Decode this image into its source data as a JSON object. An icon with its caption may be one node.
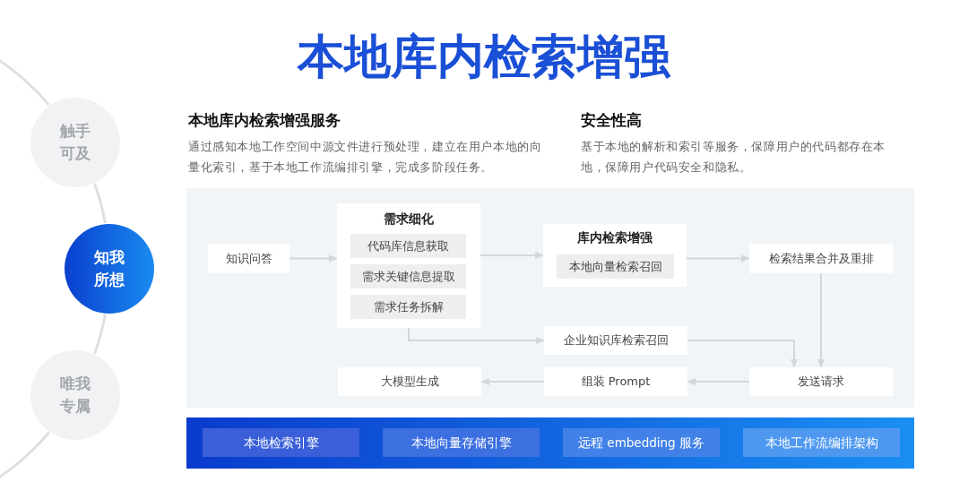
{
  "diagram": {
    "title": "本地库内检索增强",
    "nodes": [
      {
        "text": [
          "触手可及"
        ]
      },
      {
        "text": [
          "知我所想"
        ]
      },
      {
        "text": [
          "唯我专属"
        ]
      },
      {
        "text": [],
        "shape": "box"
      },
      {
        "text": [
          "知识问答"
        ],
        "in": 3
      },
      {
        "text": [
          "需求细化"
        ],
        "in": 3
      },
      {
        "text": [
          "代码库信息获取"
        ],
        "in": 5
      },
      {
        "text": [
          "需求关键信息提取"
        ],
        "in": 5
      },
      {
        "text": [
          "需求任务拆解"
        ],
        "in": 5
      },
      {
        "text": [
          "库内检索增强"
        ],
        "in": 3
      },
      {
        "text": [
          "本地向量检索召回"
        ],
        "in": 9
      },
      {
        "text": [
          "检索结果合并及重排"
        ],
        "in": 3
      },
      {
        "text": [
          "企业知识库检索召回"
        ],
        "in": 3
      },
      {
        "text": [
          "大模型生成"
        ],
        "in": 3
      },
      {
        "text": [
          "组装 Prompt"
        ],
        "in": 3
      },
      {
        "text": [
          "发送请求"
        ],
        "in": 3
      },
      {
        "text": [],
        "shape": "bar"
      },
      {
        "text": [
          "本地检索引擎"
        ],
        "in": 16
      },
      {
        "text": [
          "本地向量存储引擎"
        ],
        "in": 16
      },
      {
        "text": [
          "远程 embedding 服务"
        ],
        "in": 16
      },
      {
        "text": [
          "本地工作流编排架构"
        ],
        "in": 16
      }
    ],
    "edges": [
      {
        "from": 0,
        "to": 1,
        "arrow": "none"
      },
      {
        "from": 1,
        "to": 2,
        "arrow": "none"
      },
      {
        "from": 4,
        "to": 5,
        "arrow": "to"
      },
      {
        "from": 5,
        "to": 9,
        "arrow": "to"
      },
      {
        "from": 9,
        "to": 11,
        "arrow": "to"
      },
      {
        "from": 5,
        "to": 12,
        "arrow": "to"
      },
      {
        "from": 11,
        "to": 15,
        "arrow": "to"
      },
      {
        "from": 12,
        "to": 15,
        "arrow": "to"
      },
      {
        "from": 15,
        "to": 14,
        "arrow": "to"
      },
      {
        "from": 14,
        "to": 13,
        "arrow": "to"
      }
    ],
    "labels": [
      "本地库内检索增强服务",
      "通过感知本地工作空间中源文件进行预处理，建立在用户本地的向量化索引，基于本地工作流编排引擎，完成多阶段任务。",
      "安全性高",
      "基于本地的解析和索引等服务，保障用户的代码都存在本地，保障用户代码安全和隐私。"
    ]
  }
}
